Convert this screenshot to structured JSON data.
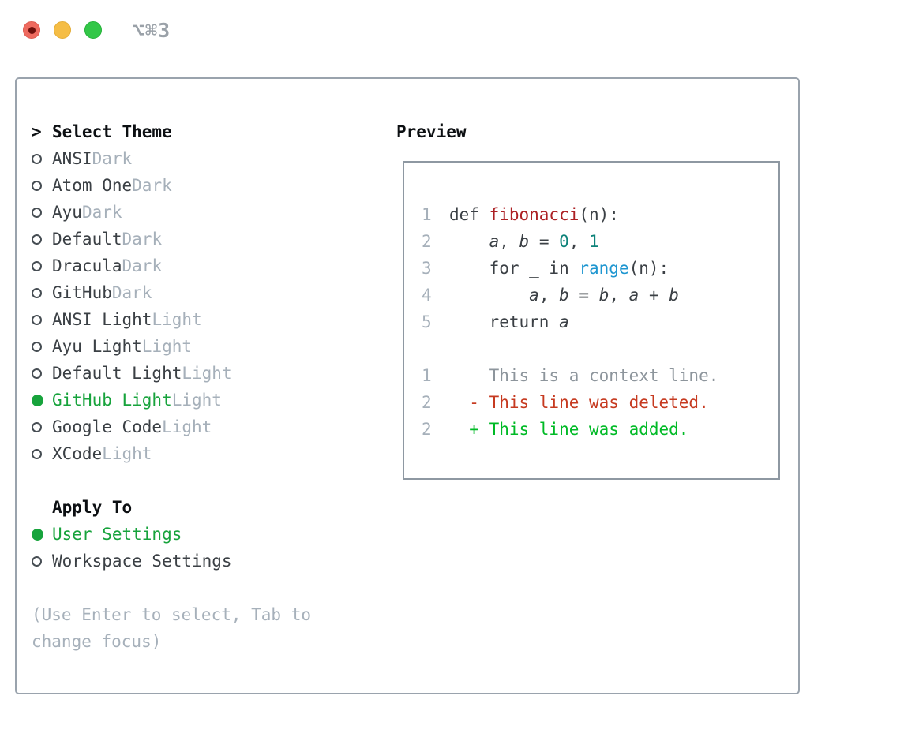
{
  "window": {
    "title": "⌥⌘3"
  },
  "theme_list": {
    "caret": ">",
    "header": "Select Theme",
    "items": [
      {
        "name": "ANSI",
        "variant": "Dark",
        "selected": false
      },
      {
        "name": "Atom One",
        "variant": "Dark",
        "selected": false
      },
      {
        "name": "Ayu",
        "variant": "Dark",
        "selected": false
      },
      {
        "name": "Default",
        "variant": "Dark",
        "selected": false
      },
      {
        "name": "Dracula",
        "variant": "Dark",
        "selected": false
      },
      {
        "name": "GitHub",
        "variant": "Dark",
        "selected": false
      },
      {
        "name": "ANSI Light",
        "variant": "Light",
        "selected": false
      },
      {
        "name": "Ayu Light",
        "variant": "Light",
        "selected": false
      },
      {
        "name": "Default Light",
        "variant": "Light",
        "selected": false
      },
      {
        "name": "GitHub Light",
        "variant": "Light",
        "selected": true
      },
      {
        "name": "Google Code",
        "variant": "Light",
        "selected": false
      },
      {
        "name": "XCode",
        "variant": "Light",
        "selected": false
      }
    ]
  },
  "apply_to": {
    "header": "Apply To",
    "options": [
      {
        "label": "User Settings",
        "selected": true
      },
      {
        "label": "Workspace Settings",
        "selected": false
      }
    ]
  },
  "hint": "(Use Enter to select, Tab to change focus)",
  "preview": {
    "header": "Preview",
    "code_lines": [
      {
        "num": "1",
        "tokens": [
          {
            "t": "def ",
            "c": "p"
          },
          {
            "t": "fibonacci",
            "c": "fn"
          },
          {
            "t": "(n):",
            "c": "p"
          }
        ]
      },
      {
        "num": "2",
        "tokens": [
          {
            "t": "    ",
            "c": "p"
          },
          {
            "t": "a",
            "c": "v"
          },
          {
            "t": ", ",
            "c": "p"
          },
          {
            "t": "b",
            "c": "v"
          },
          {
            "t": " = ",
            "c": "p"
          },
          {
            "t": "0",
            "c": "num"
          },
          {
            "t": ", ",
            "c": "p"
          },
          {
            "t": "1",
            "c": "num"
          }
        ]
      },
      {
        "num": "3",
        "tokens": [
          {
            "t": "    for _ in ",
            "c": "p"
          },
          {
            "t": "range",
            "c": "b"
          },
          {
            "t": "(n):",
            "c": "p"
          }
        ]
      },
      {
        "num": "4",
        "tokens": [
          {
            "t": "        ",
            "c": "p"
          },
          {
            "t": "a",
            "c": "v"
          },
          {
            "t": ", ",
            "c": "p"
          },
          {
            "t": "b",
            "c": "v"
          },
          {
            "t": " = ",
            "c": "p"
          },
          {
            "t": "b",
            "c": "v"
          },
          {
            "t": ", ",
            "c": "p"
          },
          {
            "t": "a",
            "c": "v"
          },
          {
            "t": " + ",
            "c": "p"
          },
          {
            "t": "b",
            "c": "v"
          }
        ]
      },
      {
        "num": "5",
        "tokens": [
          {
            "t": "    return ",
            "c": "p"
          },
          {
            "t": "a",
            "c": "v"
          }
        ]
      }
    ],
    "diff_lines": [
      {
        "num": "1",
        "marker": " ",
        "text": "This is a context line.",
        "type": "context"
      },
      {
        "num": "2",
        "marker": "-",
        "text": "This line was deleted.",
        "type": "deleted"
      },
      {
        "num": "2",
        "marker": "+",
        "text": "This line was added.",
        "type": "added"
      }
    ]
  },
  "colors": {
    "text": "#3b4045",
    "heading": "#0c0f12",
    "muted_gray": "#a6b0ba",
    "context_gray": "#8d959c",
    "selected_green": "#17a33c",
    "diff_added_green": "#00ba26",
    "diff_deleted_red": "#c63a20",
    "function_red": "#ac2024",
    "number_teal": "#0e837a",
    "builtin_blue": "#1e96d0",
    "panel_border": "#9aa3ad",
    "preview_border": "#8e98a2",
    "titlebar_text": "#9aa1a8",
    "traffic_red": "#ee6a5f",
    "traffic_yellow": "#f5bd45",
    "traffic_green": "#33c748"
  }
}
